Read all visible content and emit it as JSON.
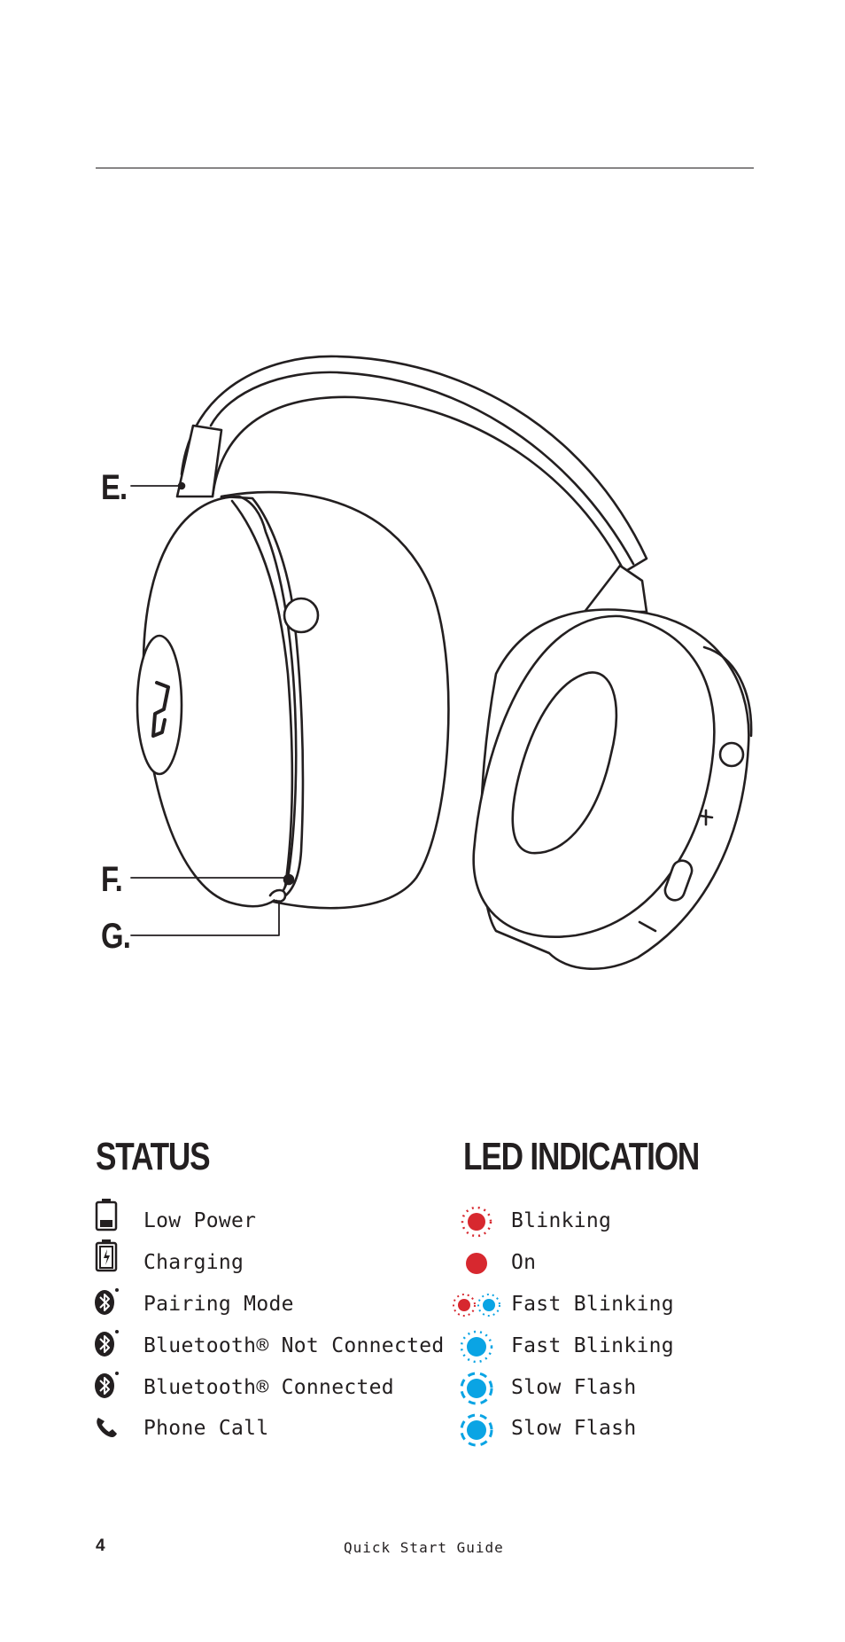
{
  "callouts": {
    "e": "E.",
    "f": "F.",
    "g": "G."
  },
  "status": {
    "heading": "STATUS",
    "items": [
      {
        "label": "Low Power",
        "icon": "battery-low-icon"
      },
      {
        "label": "Charging",
        "icon": "battery-charging-icon"
      },
      {
        "label": "Pairing Mode",
        "icon": "bluetooth-icon"
      },
      {
        "label": "Bluetooth® Not Connected",
        "icon": "bluetooth-icon"
      },
      {
        "label": "Bluetooth® Connected",
        "icon": "bluetooth-icon"
      },
      {
        "label": "Phone Call",
        "icon": "phone-icon"
      }
    ]
  },
  "led": {
    "heading": "LED INDICATION",
    "items": [
      {
        "label": "Blinking",
        "icon": "red-blinking-led-icon"
      },
      {
        "label": "On",
        "icon": "red-solid-led-icon"
      },
      {
        "label": "Fast Blinking",
        "icon": "red-blue-alternating-led-icon"
      },
      {
        "label": "Fast Blinking",
        "icon": "blue-blinking-led-icon"
      },
      {
        "label": "Slow Flash",
        "icon": "blue-slow-flash-led-icon"
      },
      {
        "label": "Slow Flash",
        "icon": "blue-slow-flash-led-icon"
      }
    ]
  },
  "colors": {
    "red": "#d7282f",
    "blue": "#0aa4e4",
    "ink": "#231f20"
  },
  "footer": {
    "page_number": "4",
    "title": "Quick Start Guide"
  }
}
